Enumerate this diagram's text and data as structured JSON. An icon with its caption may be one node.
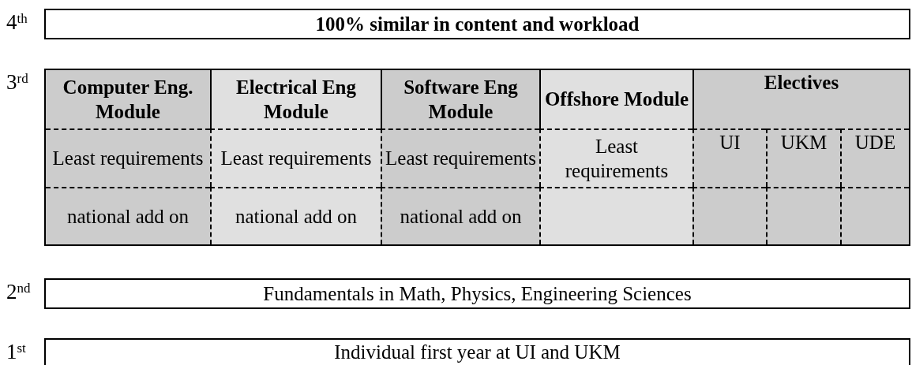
{
  "diagram": {
    "nodes": [
      {
        "text": [
          "100% similar in content and workload"
        ],
        "beside": [
          "4$^{th}$"
        ]
      },
      {
        "text": [],
        "shape": "box",
        "beside": [
          "3$^{rd}$"
        ]
      },
      {
        "text": [
          "Computer Eng. Module"
        ],
        "in": 1
      },
      {
        "text": [
          "Electrical Eng Module"
        ],
        "in": 1
      },
      {
        "text": [
          "Software Eng Module"
        ],
        "in": 1
      },
      {
        "text": [
          "Offshore Module"
        ],
        "in": 1
      },
      {
        "text": [
          "Electives"
        ],
        "in": 1
      },
      {
        "text": [
          "Least requirements"
        ],
        "in": 1
      },
      {
        "text": [
          "Least requirements"
        ],
        "in": 1
      },
      {
        "text": [
          "Least requirements"
        ],
        "in": 1
      },
      {
        "text": [
          "Least requirements"
        ],
        "in": 1
      },
      {
        "text": [
          "UI"
        ],
        "in": 1
      },
      {
        "text": [
          "UKM"
        ],
        "in": 1
      },
      {
        "text": [
          "UDE"
        ],
        "in": 1
      },
      {
        "text": [
          "national add on"
        ],
        "in": 1
      },
      {
        "text": [
          "national add on"
        ],
        "in": 1
      },
      {
        "text": [
          "national add on"
        ],
        "in": 1
      },
      {
        "text": [],
        "shape": "box",
        "in": 1
      },
      {
        "text": [],
        "shape": "box",
        "in": 1
      },
      {
        "text": [],
        "shape": "box",
        "in": 1
      },
      {
        "text": [],
        "shape": "box",
        "in": 1
      },
      {
        "text": [
          "Fundamentals in Math, Physics, Engineering Sciences"
        ],
        "beside": [
          "2$^{nd}$"
        ]
      },
      {
        "text": [
          "Individual first year at UI and UKM"
        ],
        "beside": [
          "1$^{st}$"
        ]
      }
    ]
  }
}
